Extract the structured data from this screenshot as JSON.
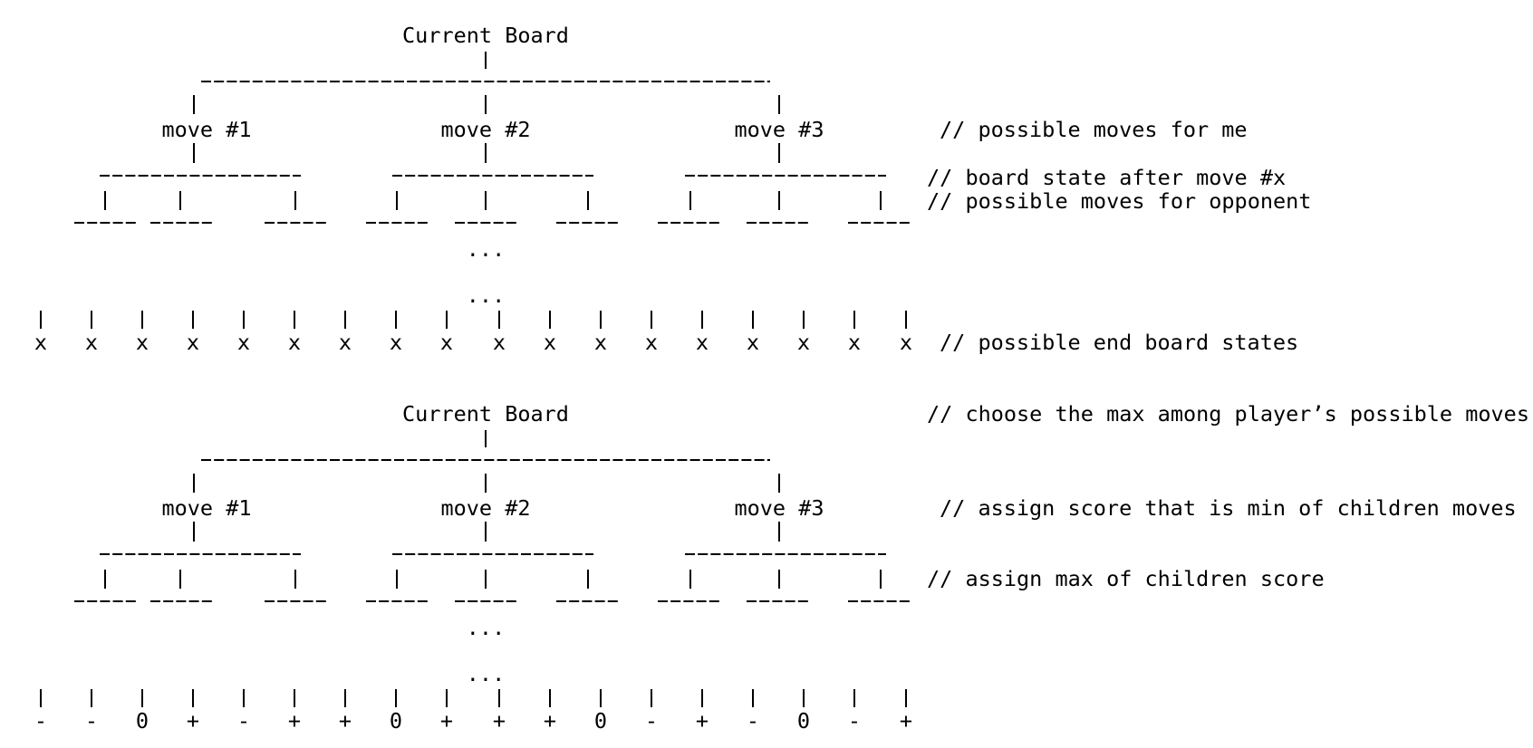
{
  "top_tree": {
    "root": "Current Board",
    "moves": [
      "move #1",
      "move #2",
      "move #3"
    ],
    "ellipsis": [
      "...",
      "..."
    ],
    "leaf_values": [
      "x",
      "x",
      "x",
      "x",
      "x",
      "x",
      "x",
      "x",
      "x",
      "x",
      "x",
      "x",
      "x",
      "x",
      "x",
      "x",
      "x",
      "x"
    ],
    "comments": [
      "// possible moves for me",
      "// board state after move #x",
      "// possible moves for opponent",
      "// possible end board states"
    ]
  },
  "bottom_tree": {
    "root": "Current Board",
    "moves": [
      "move #1",
      "move #2",
      "move #3"
    ],
    "ellipsis": [
      "...",
      "..."
    ],
    "leaf_values": [
      "-",
      "-",
      "0",
      "+",
      "-",
      "+",
      "+",
      "0",
      "+",
      "+",
      "+",
      "0",
      "-",
      "+",
      "-",
      "0",
      "-",
      "+"
    ],
    "comments": [
      "// choose the max among player’s possible moves",
      "// assign score that is min of children moves",
      "// assign max of children score"
    ]
  }
}
